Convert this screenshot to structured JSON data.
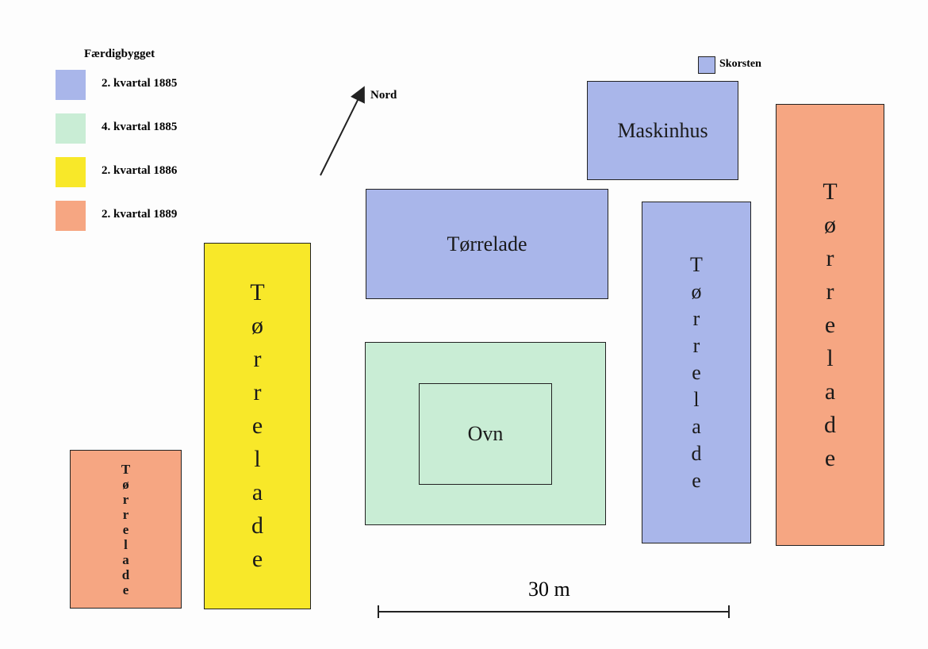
{
  "colors": {
    "blue": "#a9b6ea",
    "green": "#c9edd5",
    "yellow": "#f8e829",
    "orange": "#f6a682",
    "stroke": "#222222"
  },
  "legend": {
    "title": "Færdigbygget",
    "items": [
      {
        "label": "2. kvartal 1885",
        "color": "#a9b6ea"
      },
      {
        "label": "4. kvartal 1885",
        "color": "#c9edd5"
      },
      {
        "label": "2. kvartal 1886",
        "color": "#f8e829"
      },
      {
        "label": "2. kvartal 1889",
        "color": "#f6a682"
      }
    ]
  },
  "compass": {
    "label": "Nord"
  },
  "skorsten": {
    "label": "Skorsten"
  },
  "buildings": {
    "maskinhus": "Maskinhus",
    "torrelade": "Tørrelade",
    "ovn": "Ovn"
  },
  "scale": {
    "label": "30 m"
  }
}
